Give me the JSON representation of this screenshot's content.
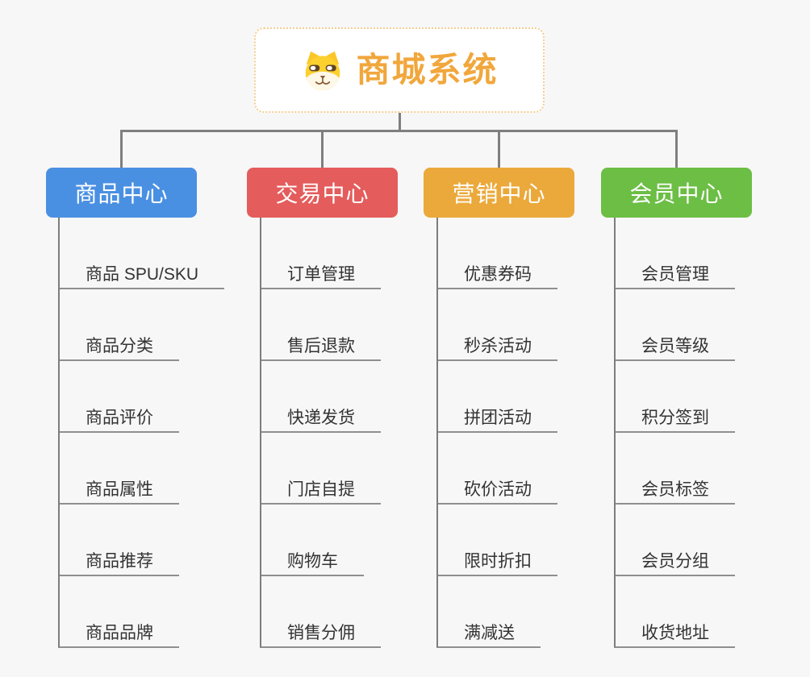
{
  "root": {
    "title": "商城系统",
    "icon": "dog-face-icon",
    "title_color": "#f1a73c",
    "border_color": "#f6cd8f"
  },
  "branches": [
    {
      "label": "商品中心",
      "color": "#4a90e2",
      "children": [
        "商品 SPU/SKU",
        "商品分类",
        "商品评价",
        "商品属性",
        "商品推荐",
        "商品品牌"
      ]
    },
    {
      "label": "交易中心",
      "color": "#e45c5c",
      "children": [
        "订单管理",
        "售后退款",
        "快递发货",
        "门店自提",
        "购物车",
        "销售分佣"
      ]
    },
    {
      "label": "营销中心",
      "color": "#ebA93b",
      "children": [
        "优惠券码",
        "秒杀活动",
        "拼团活动",
        "砍价活动",
        "限时折扣",
        "满减送"
      ]
    },
    {
      "label": "会员中心",
      "color": "#6cbe45",
      "children": [
        "会员管理",
        "会员等级",
        "积分签到",
        "会员标签",
        "会员分组",
        "收货地址"
      ]
    }
  ],
  "connector_color": "#7f7f7f"
}
